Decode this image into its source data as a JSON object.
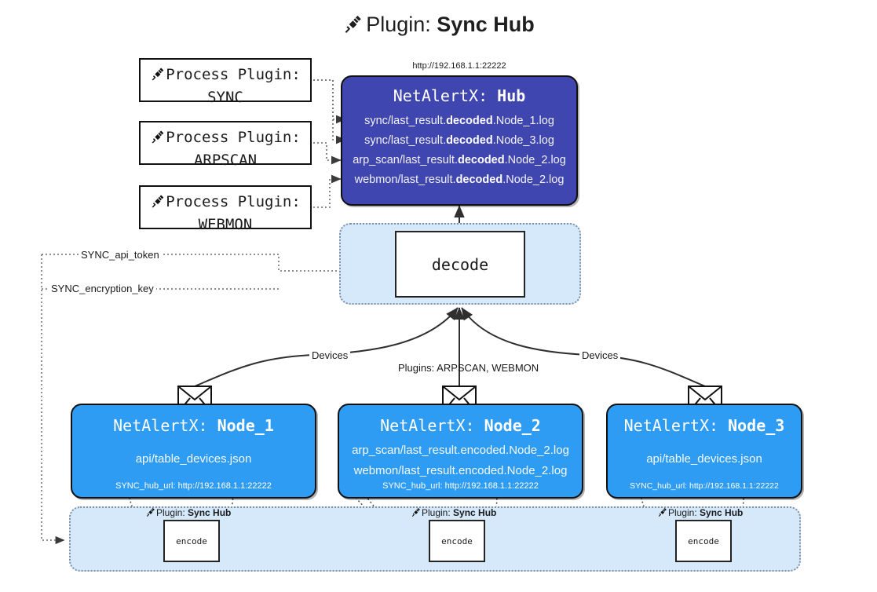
{
  "title": {
    "icon": "plug-icon",
    "prefix": "Plugin: ",
    "name": "Sync Hub"
  },
  "process_plugins": [
    {
      "icon": "plug-icon",
      "line1": "Process Plugin:",
      "line2": "SYNC"
    },
    {
      "icon": "plug-icon",
      "line1": "Process Plugin:",
      "line2": "ARPSCAN"
    },
    {
      "icon": "plug-icon",
      "line1": "Process Plugin:",
      "line2": "WEBMON"
    }
  ],
  "hub": {
    "url": "http://192.168.1.1:22222",
    "title_prefix": "NetAlertX: ",
    "title_name": "Hub",
    "color": "#4046b0",
    "loglines": [
      {
        "pre": "sync/last_result.",
        "em": "decoded",
        "post": ".Node_1.log"
      },
      {
        "pre": "sync/last_result.",
        "em": "decoded",
        "post": ".Node_3.log"
      },
      {
        "pre": "arp_scan/last_result.",
        "em": "decoded",
        "post": ".Node_2.log"
      },
      {
        "pre": "webmon/last_result.",
        "em": "decoded",
        "post": ".Node_2.log"
      }
    ]
  },
  "decode": {
    "label": "decode",
    "container_color": "#d6e9fb"
  },
  "secrets": [
    {
      "label": "SYNC_api_token"
    },
    {
      "label": "SYNC_encryption_key"
    }
  ],
  "flow_labels": {
    "devices_left": "Devices",
    "plugins_center": "Plugins: ARPSCAN, WEBMON",
    "devices_right": "Devices"
  },
  "nodes": [
    {
      "title_prefix": "NetAlertX: ",
      "title_name": "Node_1",
      "color": "#2f9cf4",
      "lines": [
        {
          "pre": "api/table_devices.json",
          "em": "",
          "post": ""
        }
      ],
      "url_label": "SYNC_hub_url: http://192.168.1.1:22222",
      "envelope_icon": "envelope-icon"
    },
    {
      "title_prefix": "NetAlertX: ",
      "title_name": "Node_2",
      "color": "#2f9cf4",
      "lines": [
        {
          "pre": "arp_scan/last_result.encoded.Node_2.log",
          "em": "",
          "post": ""
        },
        {
          "pre": "webmon/last_result.encoded.Node_2.log",
          "em": "",
          "post": ""
        }
      ],
      "url_label": "SYNC_hub_url: http://192.168.1.1:22222",
      "envelope_icon": "envelope-icon"
    },
    {
      "title_prefix": "NetAlertX: ",
      "title_name": "Node_3",
      "color": "#2f9cf4",
      "lines": [
        {
          "pre": "api/table_devices.json",
          "em": "",
          "post": ""
        }
      ],
      "url_label": "SYNC_hub_url: http://192.168.1.1:22222",
      "envelope_icon": "envelope-icon"
    }
  ],
  "encoders": [
    {
      "caption_icon": "plug-icon",
      "caption_prefix": "Plugin: ",
      "caption_name": "Sync Hub",
      "label": "encode"
    },
    {
      "caption_icon": "plug-icon",
      "caption_prefix": "Plugin: ",
      "caption_name": "Sync Hub",
      "label": "encode"
    },
    {
      "caption_icon": "plug-icon",
      "caption_prefix": "Plugin: ",
      "caption_name": "Sync Hub",
      "label": "encode"
    }
  ]
}
